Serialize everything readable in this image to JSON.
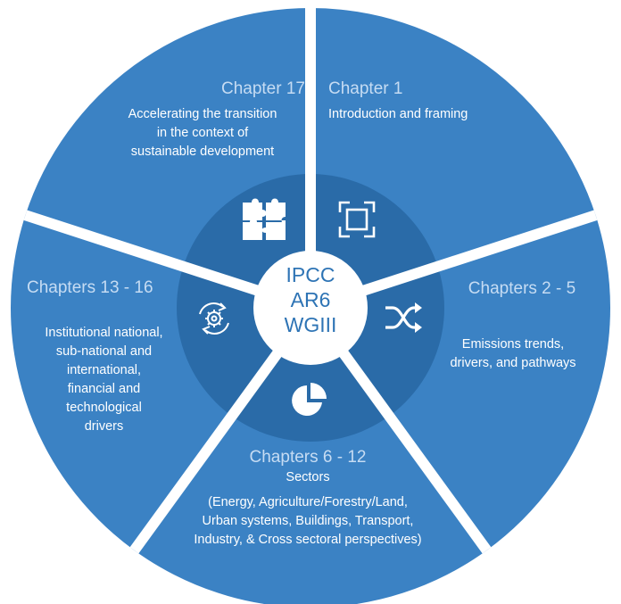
{
  "center": {
    "lines": [
      "IPCC",
      "AR6",
      "WGIII"
    ]
  },
  "segments": [
    {
      "id": "ch1",
      "title": "Chapter 1",
      "description_lines": [
        "Introduction and framing"
      ],
      "icon": "frame-icon"
    },
    {
      "id": "ch2-5",
      "title": "Chapters 2 - 5",
      "description_lines": [
        "Emissions trends,",
        "drivers, and pathways"
      ],
      "icon": "shuffle-icon"
    },
    {
      "id": "ch6-12",
      "title": "Chapters 6 - 12",
      "description_lines": [
        "Sectors",
        "",
        "(Energy,  Agriculture/Forestry/Land,",
        "Urban systems, Buildings, Transport,",
        "Industry, & Cross sectoral perspectives)"
      ],
      "icon": "pie-chart-icon"
    },
    {
      "id": "ch13-16",
      "title": "Chapters 13 - 16",
      "description_lines": [
        "Institutional national,",
        "sub-national and",
        "international,",
        "financial and",
        "technological",
        "drivers"
      ],
      "icon": "gear-cycle-icon"
    },
    {
      "id": "ch17",
      "title": "Chapter 17",
      "description_lines": [
        "Accelerating the transition",
        "in the context of",
        "sustainable development"
      ],
      "icon": "puzzle-icon"
    }
  ],
  "colors": {
    "outer": "#3b82c4",
    "inner": "#2a6ba8",
    "center": "#ffffff",
    "center_text": "#2e74b5",
    "title_text": "#c6dcf3",
    "text": "#ffffff"
  }
}
